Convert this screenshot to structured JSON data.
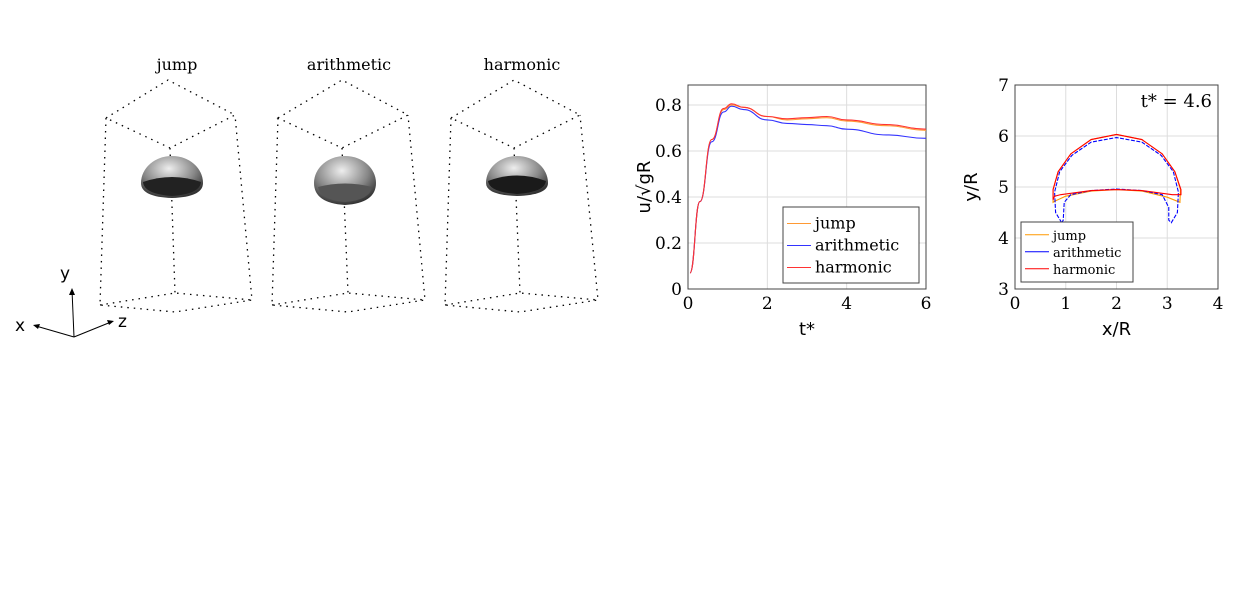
{
  "panels": {
    "titles": [
      "jump",
      "arithmetic",
      "harmonic"
    ],
    "axes": {
      "x": "x",
      "y": "y",
      "z": "z"
    }
  },
  "chart_data": [
    {
      "type": "line",
      "xlabel": "t*",
      "ylabel": "u/√gR",
      "xlim": [
        0,
        6
      ],
      "ylim": [
        0,
        0.887
      ],
      "xticks": [
        0,
        2,
        4,
        6
      ],
      "yticks": [
        0,
        0.2,
        0.4,
        0.6,
        0.8
      ],
      "grid": true,
      "legend": "bottom-right",
      "x": [
        0.05,
        0.3,
        0.6,
        0.9,
        1.1,
        1.4,
        2,
        2.5,
        3,
        3.5,
        4,
        5,
        6
      ],
      "series": [
        {
          "name": "jump",
          "color": "#ff9933",
          "values": [
            0.07,
            0.38,
            0.65,
            0.78,
            0.8,
            0.79,
            0.75,
            0.735,
            0.74,
            0.745,
            0.73,
            0.71,
            0.69
          ]
        },
        {
          "name": "arithmetic",
          "color": "#3333ff",
          "values": [
            0.07,
            0.38,
            0.64,
            0.77,
            0.795,
            0.78,
            0.735,
            0.72,
            0.715,
            0.71,
            0.695,
            0.67,
            0.655
          ]
        },
        {
          "name": "harmonic",
          "color": "#ff3333",
          "values": [
            0.07,
            0.38,
            0.65,
            0.785,
            0.805,
            0.79,
            0.75,
            0.74,
            0.745,
            0.75,
            0.735,
            0.715,
            0.695
          ]
        }
      ]
    },
    {
      "type": "line",
      "xlabel": "x/R",
      "ylabel": "y/R",
      "annotation": "t* = 4.6",
      "xlim": [
        0,
        4
      ],
      "ylim": [
        3,
        7
      ],
      "xticks": [
        0,
        1,
        2,
        3,
        4
      ],
      "yticks": [
        3,
        4,
        5,
        6,
        7
      ],
      "grid": true,
      "legend": "bottom-left",
      "series": [
        {
          "name": "jump",
          "color": "#ff9900",
          "points": [
            [
              0.75,
              4.7
            ],
            [
              0.75,
              4.95
            ],
            [
              0.85,
              5.3
            ],
            [
              1.1,
              5.65
            ],
            [
              1.5,
              5.93
            ],
            [
              2,
              6.03
            ],
            [
              2.5,
              5.93
            ],
            [
              2.9,
              5.65
            ],
            [
              3.15,
              5.3
            ],
            [
              3.26,
              4.95
            ],
            [
              3.25,
              4.7
            ],
            [
              3.0,
              4.8
            ],
            [
              2.5,
              4.92
            ],
            [
              2,
              4.95
            ],
            [
              1.5,
              4.92
            ],
            [
              1.0,
              4.82
            ],
            [
              0.78,
              4.72
            ]
          ]
        },
        {
          "name": "arithmetic",
          "color": "#0000ff",
          "points": [
            [
              0.92,
              4.3
            ],
            [
              0.8,
              4.5
            ],
            [
              0.78,
              4.9
            ],
            [
              0.88,
              5.3
            ],
            [
              1.12,
              5.62
            ],
            [
              1.5,
              5.88
            ],
            [
              2,
              5.97
            ],
            [
              2.5,
              5.88
            ],
            [
              2.88,
              5.62
            ],
            [
              3.12,
              5.3
            ],
            [
              3.22,
              4.9
            ],
            [
              3.2,
              4.5
            ],
            [
              3.08,
              4.3
            ],
            [
              3.03,
              4.35
            ],
            [
              3.03,
              4.6
            ],
            [
              2.9,
              4.85
            ],
            [
              2.5,
              4.93
            ],
            [
              2,
              4.96
            ],
            [
              1.5,
              4.93
            ],
            [
              1.1,
              4.85
            ],
            [
              0.97,
              4.7
            ],
            [
              0.95,
              4.35
            ]
          ]
        },
        {
          "name": "harmonic",
          "color": "#ff0000",
          "points": [
            [
              0.75,
              4.75
            ],
            [
              0.75,
              4.95
            ],
            [
              0.85,
              5.3
            ],
            [
              1.1,
              5.65
            ],
            [
              1.5,
              5.93
            ],
            [
              2,
              6.03
            ],
            [
              2.5,
              5.93
            ],
            [
              2.9,
              5.65
            ],
            [
              3.15,
              5.3
            ],
            [
              3.27,
              4.95
            ],
            [
              3.27,
              4.85
            ],
            [
              3.1,
              4.85
            ],
            [
              2.5,
              4.93
            ],
            [
              2,
              4.95
            ],
            [
              1.5,
              4.93
            ],
            [
              0.9,
              4.85
            ],
            [
              0.78,
              4.82
            ]
          ]
        }
      ]
    }
  ]
}
